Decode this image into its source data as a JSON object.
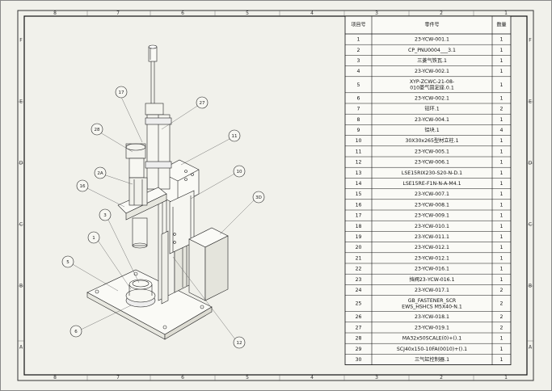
{
  "sheet": {
    "zones_top": [
      "8",
      "7",
      "6",
      "5",
      "4",
      "3",
      "2",
      "1"
    ],
    "zones_side": [
      "F",
      "E",
      "D",
      "C",
      "B",
      "A"
    ],
    "colors": {
      "paper": "#f1f1eb",
      "line": "#222222"
    }
  },
  "bom": {
    "headers": [
      "项目号",
      "零件号",
      "数量"
    ],
    "rows": [
      [
        "1",
        "23-YCW-001.1",
        "1"
      ],
      [
        "2",
        "CP_PNU0004___3.1",
        "1"
      ],
      [
        "3",
        "三菱气铁瓦.1",
        "1"
      ],
      [
        "4",
        "23-YCW-002.1",
        "1"
      ],
      [
        "5",
        "XYP-ZCWC-21-08-010菱气固定座.0.1",
        "1"
      ],
      [
        "6",
        "23-YCW-002.1",
        "1"
      ],
      [
        "7",
        "铝环.1",
        "2"
      ],
      [
        "8",
        "23-YCW-004.1",
        "1"
      ],
      [
        "9",
        "铝块.1",
        "4"
      ],
      [
        "10",
        "30X30x265型材立柱.1",
        "1"
      ],
      [
        "11",
        "23-YCW-005.1",
        "1"
      ],
      [
        "12",
        "23-YCW-006.1",
        "1"
      ],
      [
        "13",
        "LSE15RIX230-S20-N-D.1",
        "1"
      ],
      [
        "14",
        "LSE15RE-F1N-N-A-M4.1",
        "1"
      ],
      [
        "15",
        "23-YCW-007.1",
        "1"
      ],
      [
        "16",
        "23-YCW-008.1",
        "1"
      ],
      [
        "17",
        "23-YCW-009.1",
        "1"
      ],
      [
        "18",
        "23-YCW-010.1",
        "1"
      ],
      [
        "19",
        "23-YCW-011.1",
        "1"
      ],
      [
        "20",
        "23-YCW-012.1",
        "1"
      ],
      [
        "21",
        "23-YCW-012.1",
        "1"
      ],
      [
        "22",
        "23-YCW-016.1",
        "1"
      ],
      [
        "23",
        "挡阀23-YCW-016.1",
        "1"
      ],
      [
        "24",
        "23-YCW-017.1",
        "2"
      ],
      [
        "25",
        "GB_FASTENER_SCREWS_HSHCS M5X40-N.1",
        "2"
      ],
      [
        "26",
        "23-YCW-018.1",
        "2"
      ],
      [
        "27",
        "23-YCW-019.1",
        "2"
      ],
      [
        "28",
        "MA32x50SCALE(0)+().1",
        "1"
      ],
      [
        "29",
        "SCJ40x150-10FA(0010)+().1",
        "1"
      ],
      [
        "30",
        "三气缸控制器.1",
        "1"
      ]
    ]
  },
  "callouts": [
    "17",
    "27",
    "28",
    "11",
    "2A",
    "10",
    "16",
    "3D",
    "3",
    "1",
    "5",
    "6",
    "12"
  ]
}
